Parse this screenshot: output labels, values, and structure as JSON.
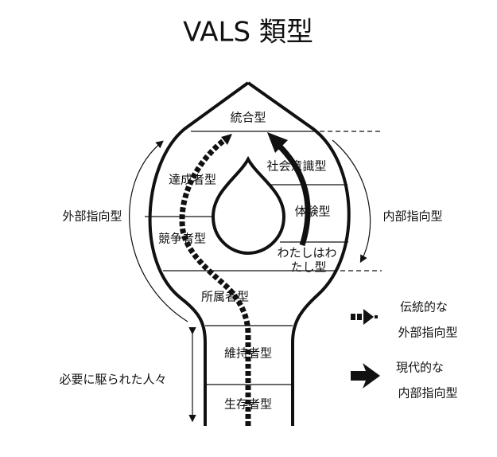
{
  "title": "VALS 類型",
  "types": {
    "integrated": "統合型",
    "achiever": "達成者型",
    "societally_conscious": "社会意識型",
    "experiential": "体験型",
    "emulator": "競争者型",
    "i_am_me_1": "わたしはわ",
    "i_am_me_2": "たし型",
    "belonger": "所属者型",
    "sustainer": "維持者型",
    "survivor": "生存者型"
  },
  "side_labels": {
    "outer_directed": "外部指向型",
    "inner_directed": "内部指向型",
    "need_driven": "必要に駆られた人々"
  },
  "legend": {
    "traditional_1": "伝統的な",
    "traditional_2": "外部指向型",
    "modern_1": "現代的な",
    "modern_2": "内部指向型"
  },
  "colors": {
    "ink": "#111111",
    "background": "#ffffff"
  }
}
